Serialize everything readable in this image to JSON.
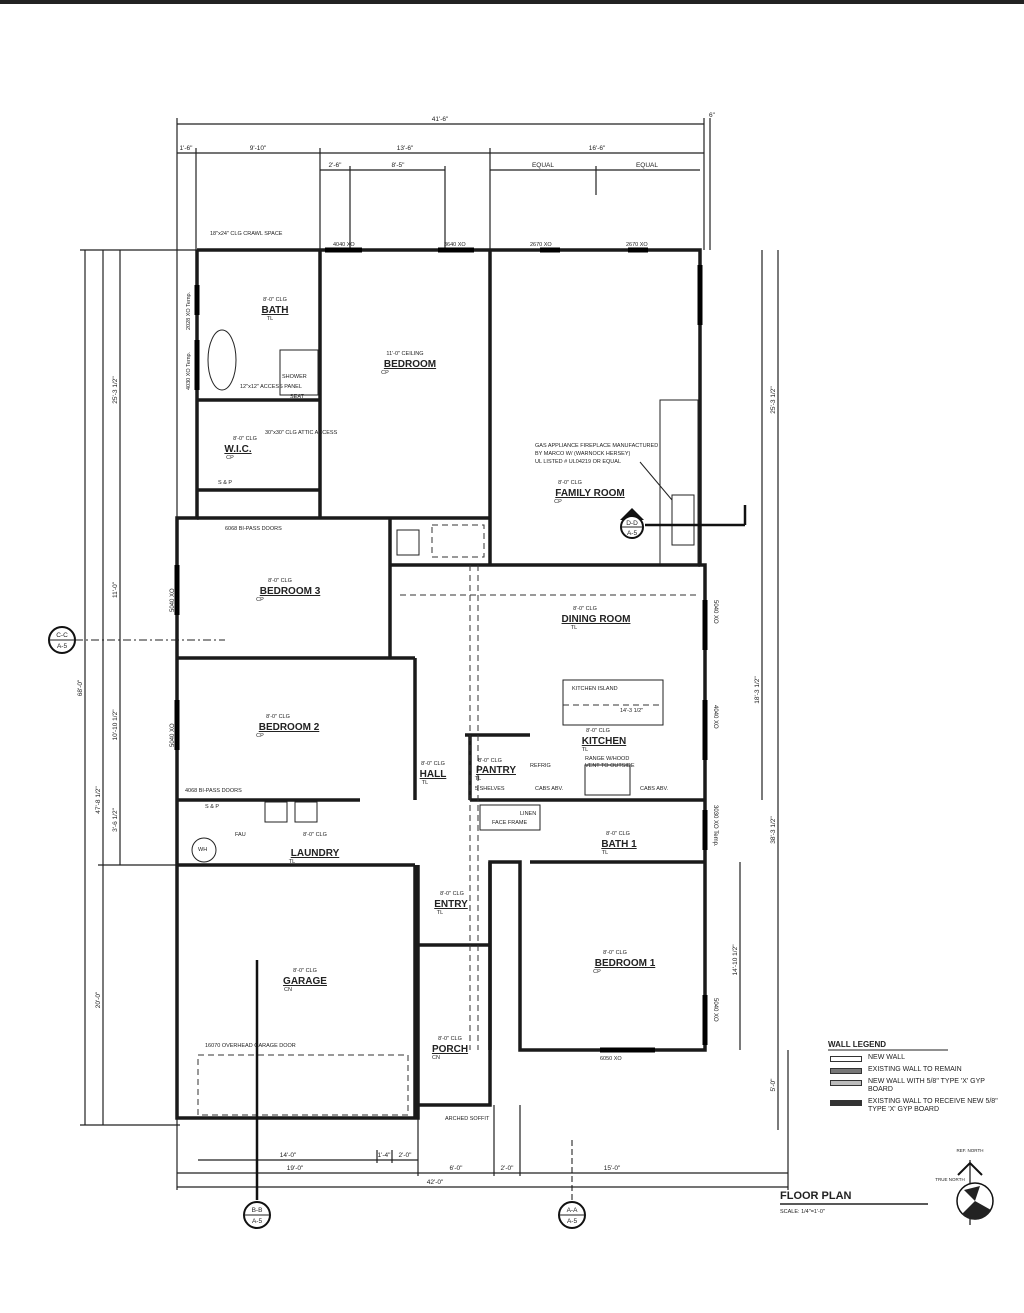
{
  "title": "FLOOR PLAN",
  "scale": "SCALE: 1/4\"=1'-0\"",
  "dimensions": {
    "top_overall": "41'-6\"",
    "top_end": "6\"",
    "top_row2": [
      "1'-6\"",
      "9'-10\"",
      "13'-6\"",
      "16'-6\""
    ],
    "top_row3": [
      "2'-6\"",
      "8'-5\"",
      "EQUAL",
      "EQUAL"
    ],
    "left_overall": "68'-0\"",
    "left_mid": [
      "47'-8 1/2\"",
      "20'-0\""
    ],
    "left_inner": [
      "25'-3 1/2\"",
      "11'-0\"",
      "10'-10 1/2\"",
      "3'-6 1/2\""
    ],
    "right": [
      "25'-3 1/2\"",
      "18'-3 1/2\"",
      "38'-3 1/2\"",
      "14'-10 1/2\"",
      "5'-0\""
    ],
    "bottom_row1": [
      "14'-0\"",
      "1'-4\"",
      "2'-0\""
    ],
    "bottom_row2": [
      "19'-0\"",
      "6'-0\"",
      "2'-0\"",
      "15'-0\""
    ],
    "bottom_overall": "42'-0\""
  },
  "rooms": [
    {
      "name": "BATH",
      "ceiling": "8'-0\" CLG",
      "finish": "TL"
    },
    {
      "name": "BEDROOM",
      "ceiling": "11'-0\" CEILING",
      "finish": "CP"
    },
    {
      "name": "W.I.C.",
      "ceiling": "8'-0\" CLG",
      "finish": "CP"
    },
    {
      "name": "FAMILY ROOM",
      "ceiling": "8'-0\" CLG",
      "finish": "CP"
    },
    {
      "name": "BEDROOM 3",
      "ceiling": "8'-0\" CLG",
      "finish": "CP"
    },
    {
      "name": "DINING ROOM",
      "ceiling": "8'-0\" CLG",
      "finish": "TL"
    },
    {
      "name": "BEDROOM 2",
      "ceiling": "8'-0\" CLG",
      "finish": "CP"
    },
    {
      "name": "KITCHEN",
      "ceiling": "8'-0\" CLG",
      "finish": "TL"
    },
    {
      "name": "HALL",
      "ceiling": "8'-0\" CLG",
      "finish": "TL"
    },
    {
      "name": "PANTRY",
      "ceiling": "8'-0\" CLG",
      "finish": "TL"
    },
    {
      "name": "LAUNDRY",
      "ceiling": "8'-0\" CLG",
      "finish": "TL"
    },
    {
      "name": "BATH 1",
      "ceiling": "8'-0\" CLG",
      "finish": "TL"
    },
    {
      "name": "ENTRY",
      "ceiling": "8'-0\" CLG",
      "finish": "TL"
    },
    {
      "name": "BEDROOM 1",
      "ceiling": "8'-0\" CLG",
      "finish": "CP"
    },
    {
      "name": "GARAGE",
      "ceiling": "8'-0\" CLG",
      "finish": "CN"
    },
    {
      "name": "PORCH",
      "ceiling": "8'-0\" CLG",
      "finish": "CN"
    }
  ],
  "notes": {
    "fireplace": [
      "GAS APPLIANCE FIREPLACE MANUFACTURED",
      "BY MARCO W/ (WARNOCK HERSEY)",
      "UL LISTED # UL04219 OR EQUAL"
    ],
    "bypass_6068": "6068 BI-PASS DOORS",
    "bypass_4068": "4068 BI-PASS DOORS",
    "garage_door": "16070 OVERHEAD GARAGE DOOR",
    "arched_soffit": "ARCHED SOFFIT",
    "kitchen_island": "KITCHEN ISLAND",
    "island_dim": "14'-3 1/2\"",
    "range": "RANGE W/HOOD",
    "range2": "VENT TO OUTSIDE",
    "linen": "LINEN",
    "face_frame": "FACE FRAME",
    "shelves": "5 SHELVES",
    "cabs": "CABS ABV.",
    "refrig": "REFRIG",
    "sp": "S & P",
    "crawl": "18\"x24\" CLG CRAWL SPACE",
    "access": "12\"x12\" ACCESS PANEL",
    "shower": "SHOWER",
    "seat": "SEAT",
    "attic": "30\"x30\" CLG ATTIC ACCESS",
    "wh": "WH",
    "fau": "FAU",
    "windows": [
      "4040 XO",
      "3640 XO",
      "2670 XO",
      "2670 XO",
      "5040 XO",
      "5040 XO",
      "5040 XO",
      "2028 XO Temp.",
      "4030 XO Temp.",
      "4040 XO",
      "3030 XO Temp.",
      "5040 XO",
      "6050 XO"
    ]
  },
  "sections": [
    {
      "id": "C-C",
      "sheet": "A-5"
    },
    {
      "id": "B-B",
      "sheet": "A-5"
    },
    {
      "id": "A-A",
      "sheet": "A-5"
    },
    {
      "id": "D-D",
      "sheet": "A-5"
    }
  ],
  "wall_legend": {
    "title": "WALL LEGEND",
    "items": [
      "NEW WALL",
      "EXISTING WALL TO REMAIN",
      "NEW WALL WITH 5/8\" TYPE 'X' GYP BOARD",
      "EXISTING WALL TO RECEIVE NEW 5/8\" TYPE 'X' GYP BOARD"
    ]
  },
  "north_arrow": {
    "ref": "REF. NORTH",
    "true": "TRUE NORTH"
  }
}
